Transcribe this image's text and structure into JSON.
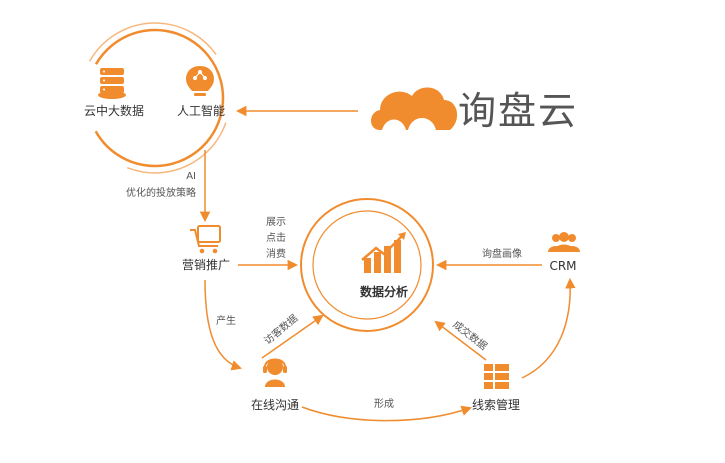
{
  "brand": {
    "name": "询盘云"
  },
  "colors": {
    "accent": "#f08c2e",
    "accent_light": "#f6b77b",
    "text": "#333333"
  },
  "nodes": {
    "cloud_big_data": "云中大数据",
    "ai_smart": "人工智能",
    "marketing": "营销推广",
    "online_chat": "在线沟通",
    "lead_management": "线索管理",
    "crm": "CRM",
    "data_analysis": "数据分析"
  },
  "edges": {
    "ai_line1": "AI",
    "ai_line2": "优化的投放策略",
    "display_1": "展示",
    "display_2": "点击",
    "display_3": "消费",
    "produce": "产生",
    "form": "形成",
    "inquiry_profile": "询盘画像",
    "deal_data": "成交数据",
    "visitor_data": "访客数据"
  },
  "icons": {
    "cloud_big_data": "database-cloud-icon",
    "ai_smart": "ai-bulb-icon",
    "marketing": "cart-monitor-icon",
    "online_chat": "headset-agent-icon",
    "lead_management": "list-grid-icon",
    "crm": "user-group-icon",
    "data_analysis": "bar-trend-icon",
    "brand": "cloud-logo-icon"
  }
}
